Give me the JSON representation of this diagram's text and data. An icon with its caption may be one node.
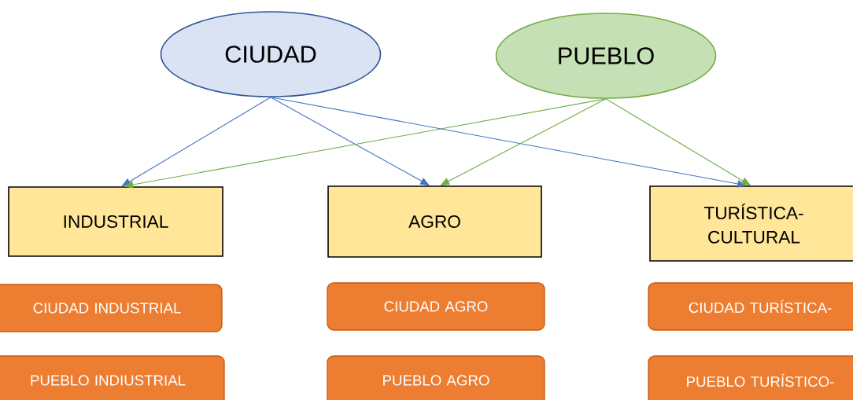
{
  "diagram": {
    "nodes": [
      {
        "text": [
          "CIUDAD"
        ]
      },
      {
        "text": [
          "PUEBLO"
        ]
      },
      {
        "text": [
          "INDUSTRIAL"
        ]
      },
      {
        "text": [
          "AGRO"
        ]
      },
      {
        "text": [
          "TURÍSTICA- CULTURAL"
        ]
      },
      {
        "text": [
          "CIUDAD INDUSTRIAL"
        ]
      },
      {
        "text": [
          "CIUDAD AGRO"
        ]
      },
      {
        "text": [
          "CIUDAD TURÍSTICA-"
        ]
      },
      {
        "text": [
          "PUEBLO INDIUSTRIAL"
        ]
      },
      {
        "text": [
          "PUEBLO AGRO"
        ]
      },
      {
        "text": [
          "PUEBLO TURÍSTICO-"
        ]
      }
    ],
    "edges": [
      {
        "from": 0,
        "to": 2,
        "arrow": "to",
        "color": "#4472c4"
      },
      {
        "from": 0,
        "to": 3,
        "arrow": "to",
        "color": "#4472c4"
      },
      {
        "from": 0,
        "to": 4,
        "arrow": "to",
        "color": "#4472c4"
      },
      {
        "from": 1,
        "to": 2,
        "arrow": "to",
        "color": "#70ad47"
      },
      {
        "from": 1,
        "to": 3,
        "arrow": "to",
        "color": "#70ad47"
      },
      {
        "from": 1,
        "to": 4,
        "arrow": "to",
        "color": "#70ad47"
      }
    ]
  }
}
